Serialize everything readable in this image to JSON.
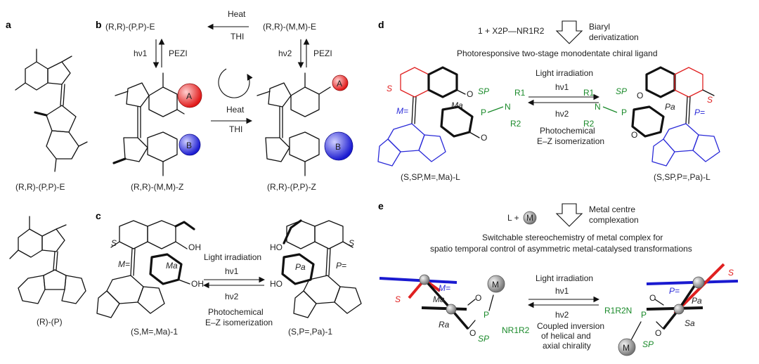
{
  "panels": {
    "a": "a",
    "b": "b",
    "c": "c",
    "d": "d",
    "e": "e"
  },
  "a": {
    "top_label": "(R,R)-(P,P)-E",
    "bottom_label": "(R)-(P)"
  },
  "b": {
    "top_left": "(R,R)-(P,P)-E",
    "top_right": "(R,R)-(M,M)-E",
    "bottom_left": "(R,R)-(M,M)-Z",
    "bottom_right": "(R,R)-(P,P)-Z",
    "heat_top": "Heat",
    "thi_top": "THI",
    "heat_mid": "Heat",
    "thi_mid": "THI",
    "hv1": "hν1",
    "hv2": "hν2",
    "pezi_left": "PEZI",
    "pezi_right": "PEZI",
    "ball_a": "A",
    "ball_b": "B"
  },
  "c": {
    "light": "Light irradiation",
    "hv1": "hν1",
    "hv2": "hν2",
    "photo1": "Photochemical",
    "photo2": "E–Z isomerization",
    "left_label": "(S,M=,Ma)-1",
    "right_label": "(S,P=,Pa)-1",
    "S": "S",
    "M_eq": "M=",
    "Ma": "Ma",
    "Pa": "Pa",
    "P_eq": "P=",
    "OH": "OH",
    "HO": "HO"
  },
  "d": {
    "reagent": "1 + X2P—NR1R2",
    "biaryl1": "Biaryl",
    "biaryl2": "derivatization",
    "subtitle": "Photoresponsive two-stage monodentate chiral ligand",
    "light": "Light irradiation",
    "hv1": "hν1",
    "hv2": "hν2",
    "photo1": "Photochemical",
    "photo2": "E–Z isomerization",
    "left_label": "(S,SP,M=,Ma)-L",
    "right_label": "(S,SP,P=,Pa)-L",
    "S": "S",
    "Sp": "SP",
    "M_eq": "M=",
    "Ma": "Ma",
    "Pa": "Pa",
    "P_eq": "P=",
    "R1": "R1",
    "R2": "R2",
    "N": "N",
    "P": "P",
    "O": "O"
  },
  "e": {
    "reagent": "L +",
    "metal": "M",
    "centre1": "Metal centre",
    "centre2": "complexation",
    "title1": "Switchable stereochemistry of metal complex for",
    "title2": "spatio temporal control of asymmetric metal-catalysed transformations",
    "light": "Light irradiation",
    "hv1": "hν1",
    "hv2": "hν2",
    "coupled1": "Coupled inversion",
    "coupled2": "of helical and",
    "coupled3": "axial chirality",
    "S": "S",
    "M_eq": "M=",
    "Ma": "Ma",
    "Ra": "Ra",
    "P_eq": "P=",
    "Pa": "Pa",
    "Sa": "Sa",
    "Sp": "SP",
    "NR": "NR1R2",
    "RRN": "R1R2N",
    "O": "O",
    "P": "P"
  }
}
